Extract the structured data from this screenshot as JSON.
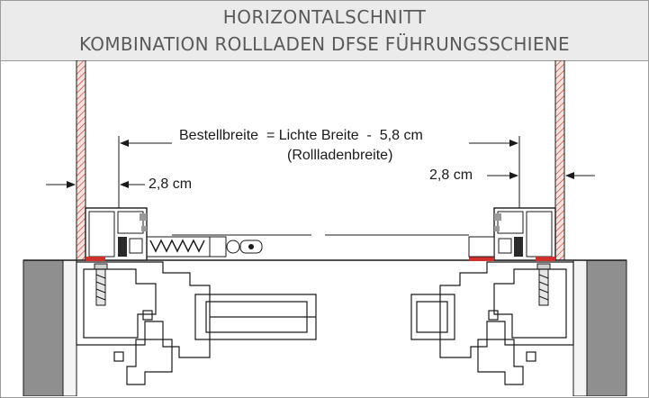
{
  "title": {
    "line1": "HORIZONTALSCHNITT",
    "line2": "KOMBINATION ROLLLADEN DFSE FÜHRUNGSSCHIENE"
  },
  "labels": {
    "formula": "Bestellbreite  = Lichte Breite  -  5,8 cm",
    "formula_note": "(Rollladenbreite)",
    "offset_left": "2,8 cm",
    "offset_right": "2,8 cm"
  },
  "colors": {
    "header_bg": "#ebebeb",
    "wall_hatch": "#c0392b",
    "wall_fill": "#8a8a8a",
    "seal": "#d0312d",
    "line": "#1a1a1a"
  }
}
